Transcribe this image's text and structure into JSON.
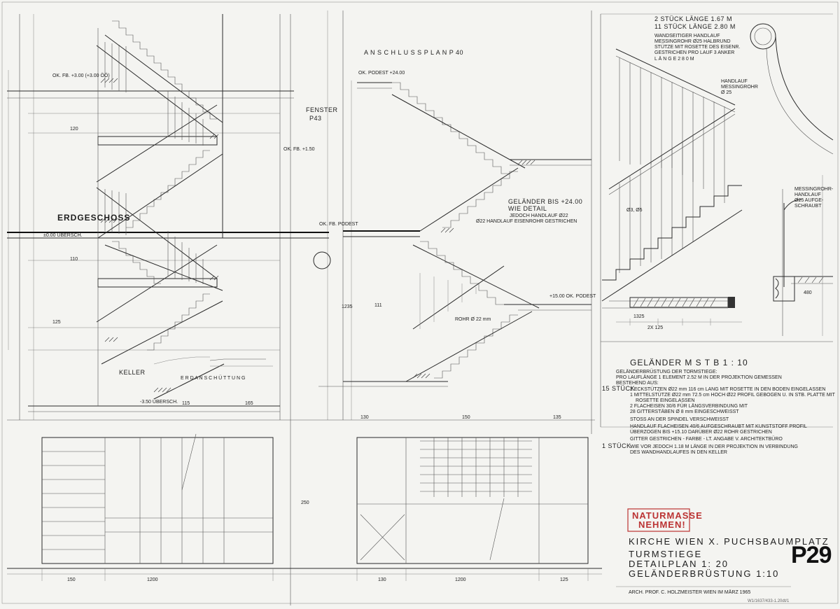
{
  "drawing": {
    "project_line": "KIRCHE WIEN X. PUCHSBAUMPLATZ",
    "subject": "TURMSTIEGE",
    "detail_scale": "DETAILPLAN 1: 20",
    "railing_scale": "GELÄNDERBRÜSTUNG 1:10",
    "architect_line": "ARCH. PROF. C. HOLZMEISTER WIEN IM MÄRZ 1965",
    "sheet_number": "P29",
    "stamp_line1": "NATURMASSE",
    "stamp_line2": "NEHMEN!",
    "archive_ref": "W1/1637/433-1.20dt/1"
  },
  "views": {
    "connection_plan": "A N S C H L U S S P L A N  P 40",
    "window_ref_line1": "FENSTER",
    "window_ref_line2": "P43",
    "ground_floor": "ERDGESCHOSS",
    "cellar": "KELLER",
    "fill_soil": "E R D A N S C H Ü T T U N G",
    "railing_height_line1": "GELÄNDER BIS +24.00",
    "railing_height_line2": "WIE DETAIL",
    "railing_height_line3": "JEDOCH HANDLAUF Ø22",
    "railing_height_line4": "Ø22 HANDLAUF EISENROHR GESTRICHEN",
    "pipe_label": "ROHR Ø 22 mm",
    "handrail_label_line1": "HANDLAUF",
    "handrail_label_line2": "MESSINGROHR",
    "handrail_label_line3": "Ø 25",
    "handrail_brass_line1": "MESSINGROHR-",
    "handrail_brass_line2": "HANDLAUF",
    "handrail_brass_line3": "Ø25 AUFGE-",
    "handrail_brass_line4": "SCHRAUBT",
    "bar_spec": "Ø3, Ø5",
    "base_pl": "1325"
  },
  "top_notes": {
    "line1": "2 STÜCK LÄNGE 1.67 M",
    "line2": "11 STÜCK  LÄNGE 2.80 M",
    "line3": "WANDSEITIGER HANDLAUF",
    "line4": "MESSINGROHR Ø25 HALBRUND",
    "line5": "STÜTZE MIT ROSETTE DES EISENR.",
    "line6": "GESTRICHEN PRO LAUF 3 ANKER",
    "line7": "L Ä N G E  2 8 0  M"
  },
  "railing_spec": {
    "heading": "GELÄNDER   M S T B  1 : 10",
    "intro1": "GELÄNDERBRÜSTUNG DER TORMSTIEGE:",
    "intro2": "PRO LAUFLÄNGE 1 ELEMENT 2.52 M IN DER PROJEKTION GEMESSEN",
    "intro3": "BESTEHEND AUS:",
    "qty1": "15 STÜCK",
    "item1": "2 ECKSTÜTZEN Ø22 mm 116 cm LANG MIT ROSETTE IN DEN BODEN EINGELASSEN",
    "item2": "1 MITTELSTÜTZE Ø22 mm 72.5 cm HOCH Ø22 PROFIL GEBOGEN U. IN STB. PLATTE MIT",
    "item2b": "ROSETTE EINGELASSEN",
    "item3": "2 FLACHEISEN 30/6 FÜR LÄNGSVERBINDUNG MIT",
    "item4": "28 GITTERSTÄBEN Ø 8 mm EINGESCHWEISST",
    "item5": "STOSS AN DER SPINDEL VERSCHWEISST",
    "item6": "HANDLAUF FLACHEISEN 40/6 AUFGESCHRAUBT MIT KUNSTSTOFF PROFIL",
    "item7": "ÜBERZOGEN BIS +15.10 DARÜBER Ø22 ROHR GESTRICHEN",
    "item8": "GITTER GESTRICHEN - FARBE - LT. ANGABE V. ARCHITEKTBÜRO",
    "qty2": "1 STÜCK",
    "item9": "WIE VOR JEDOCH 1.18 M LÄNGE IN DER PROJEKTION IN VERBINDUNG",
    "item10": "DES WANDHANDLAUFES IN DEN KELLER"
  },
  "dims": {
    "d_110a": "110",
    "d_120": "120",
    "d_125": "125",
    "d_115": "115",
    "d_165": "165",
    "d_130a": "130",
    "d_150": "150",
    "d_135": "135",
    "d_111": "111",
    "d_2x125": "2X 125",
    "d_1200": "1200",
    "d_1200b": "1200",
    "d_480": "480",
    "d_150b": "150",
    "d_250": "250",
    "d_130b": "130",
    "d_125b": "125",
    "d_1235": "1235",
    "ok1": "OK. FB. +3.00 (+3.00 ÖÖ)",
    "ok2": "OK. FB. +1.50",
    "ok3": "OK. FB. PODEST",
    "ok4": "±0.00 ÜBERSCH.",
    "ok5": "-3.50 ÜBERSCH.",
    "ok6": "+15.00 OK. PODEST",
    "ok7": "OK. PODEST +24.00"
  }
}
